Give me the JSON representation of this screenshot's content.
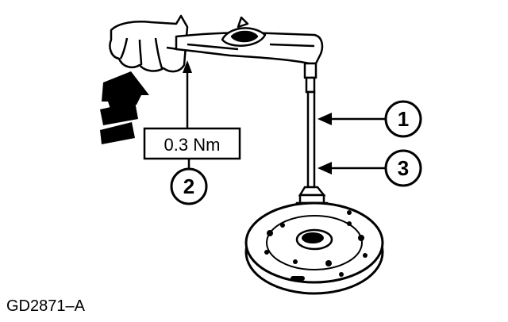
{
  "figure_code": "GD2871–A",
  "torque_value": "0.3 Nm",
  "callouts": [
    "1",
    "2",
    "3"
  ],
  "colors": {
    "ink": "#000000",
    "paper": "#ffffff"
  }
}
